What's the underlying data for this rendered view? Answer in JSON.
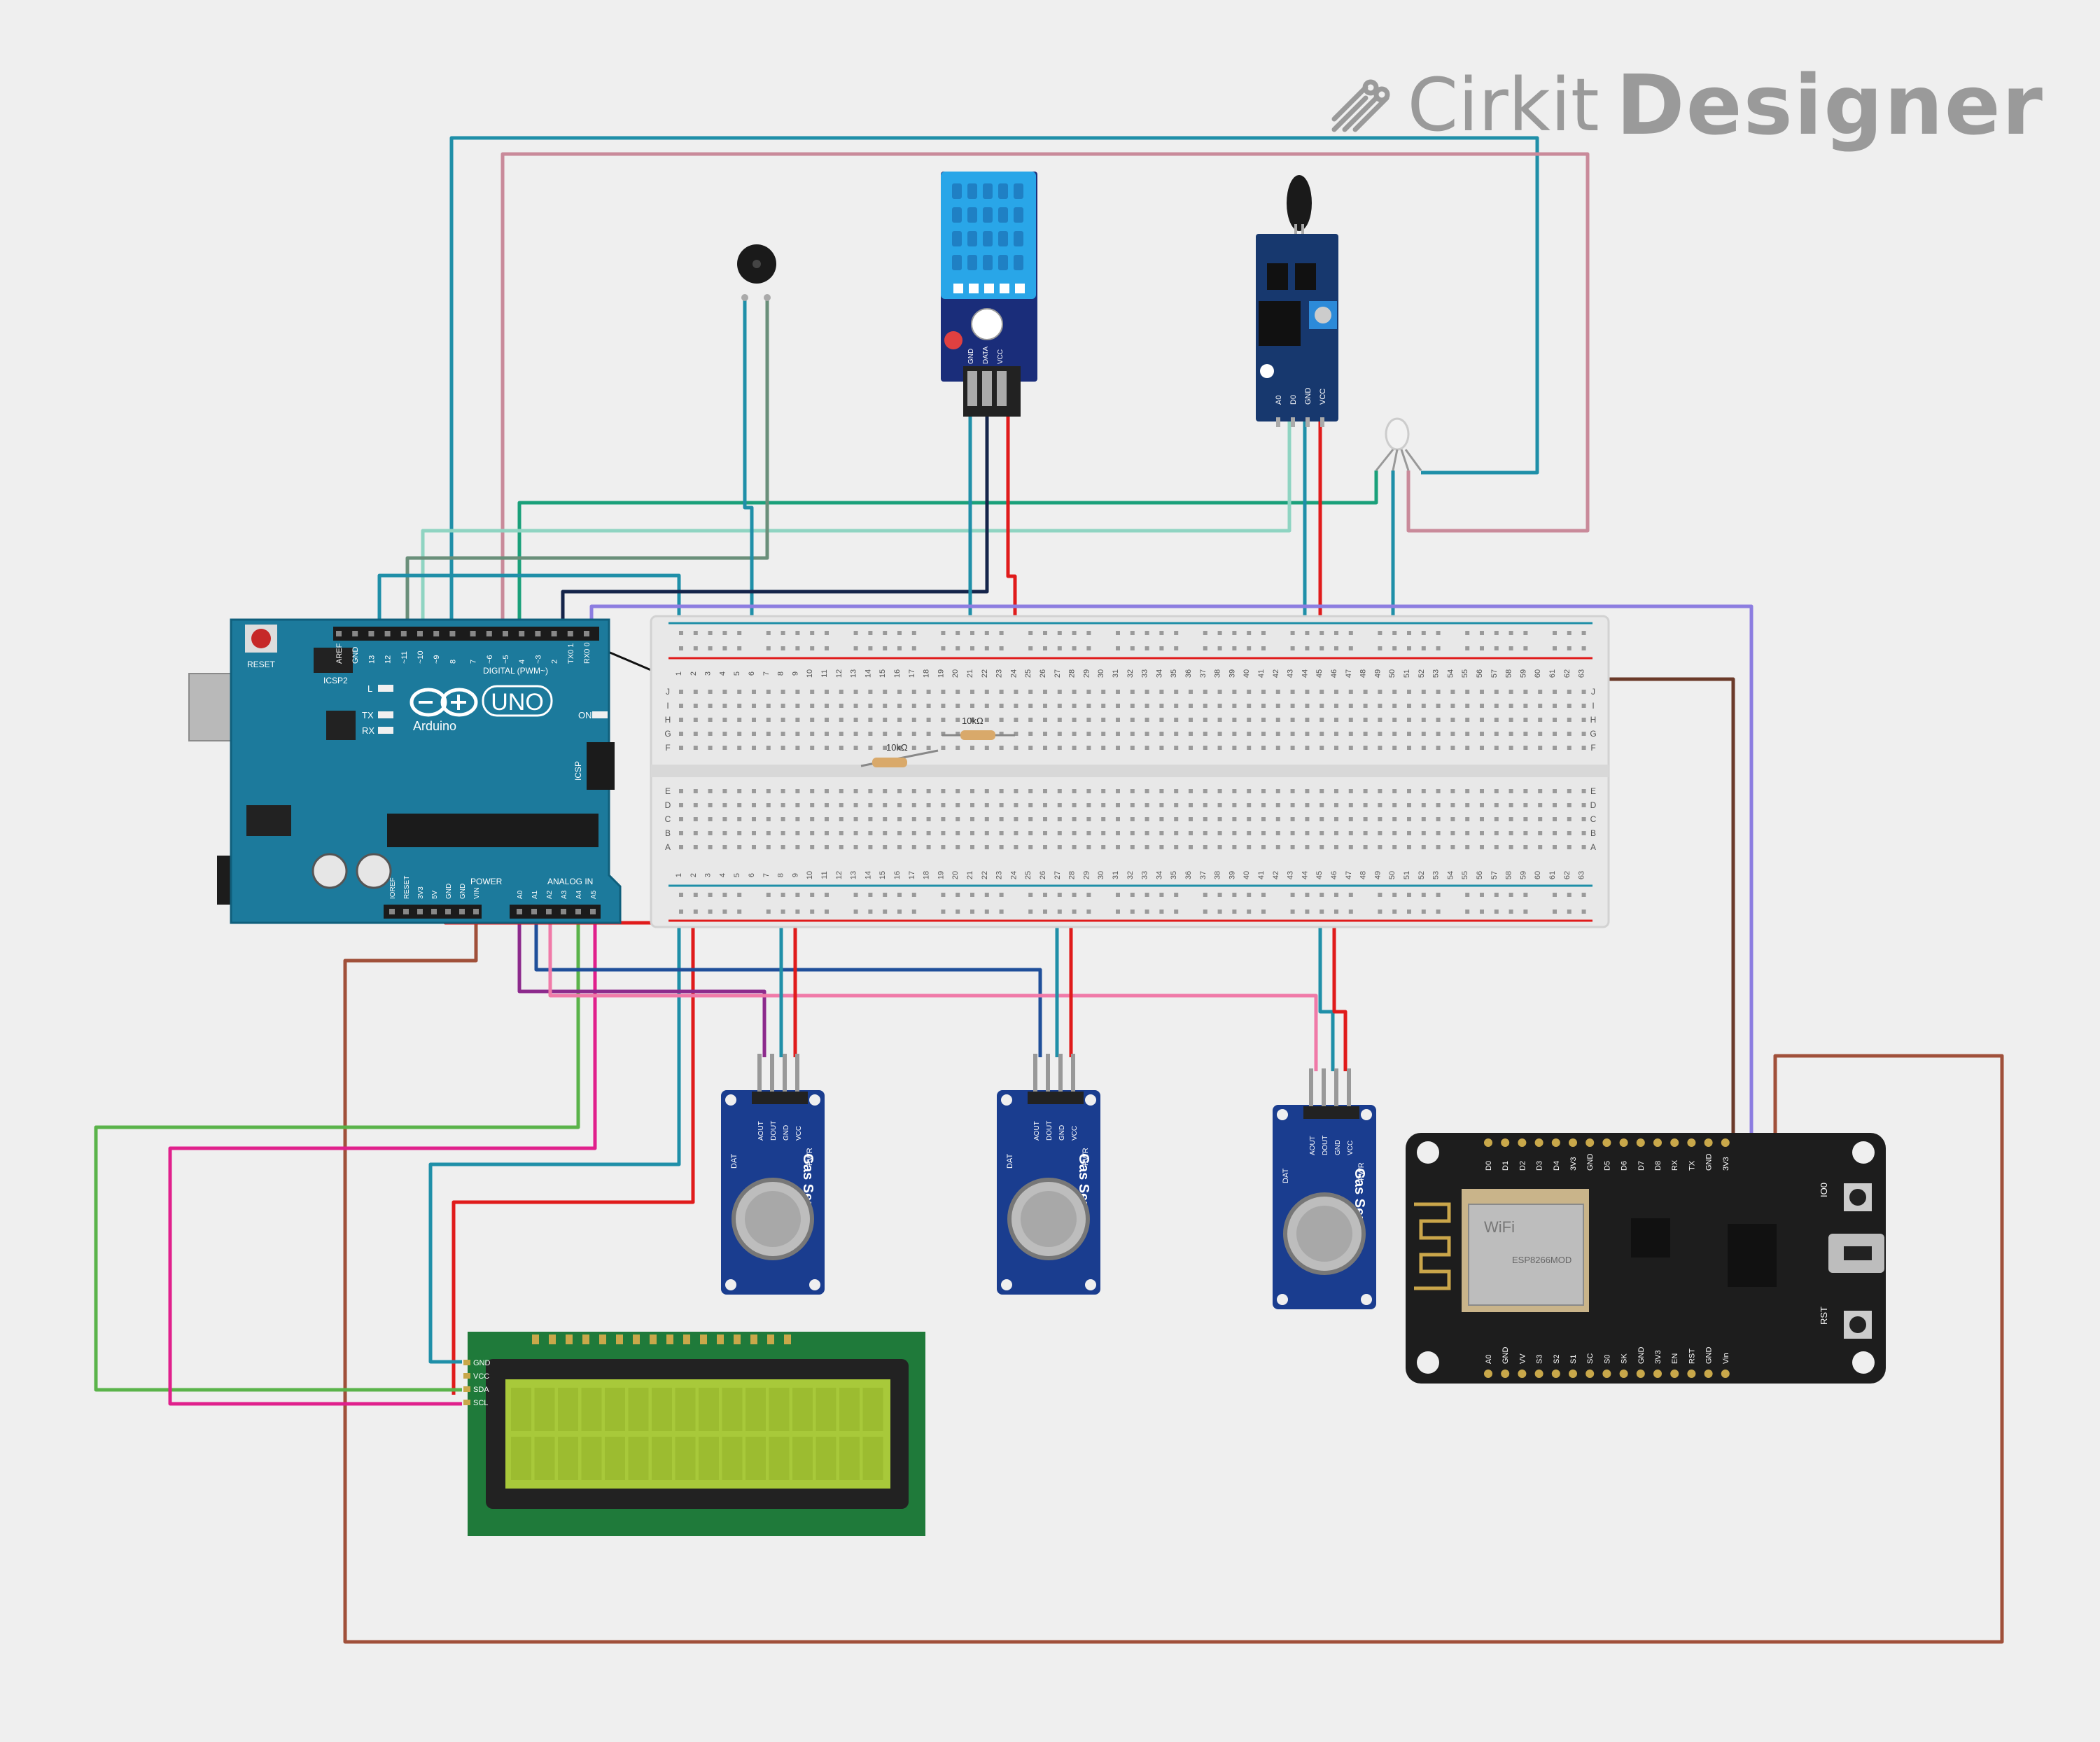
{
  "brand": {
    "app_name": "Cirkit",
    "product_name": "Designer"
  },
  "arduino": {
    "board_name": "UNO",
    "brand": "Arduino",
    "reset_label": "RESET",
    "icsp2_label": "ICSP2",
    "icsp_label": "ICSP",
    "digital_label": "DIGITAL (PWM~)",
    "power_label": "POWER",
    "analog_label": "ANALOG IN",
    "led_labels": [
      "L",
      "TX",
      "RX",
      "ON"
    ],
    "header_top": [
      "AREF",
      "GND",
      "13",
      "12",
      "~11",
      "~10",
      "~9",
      "8",
      "7",
      "~6",
      "~5",
      "4",
      "~3",
      "2",
      "TX0 1",
      "RX0 0"
    ],
    "header_power": [
      "IOREF",
      "RESET",
      "3V3",
      "5V",
      "GND",
      "GND",
      "VIN"
    ],
    "header_analog": [
      "A0",
      "A1",
      "A2",
      "A3",
      "A4",
      "A5"
    ]
  },
  "breadboard": {
    "columns": 63,
    "rows_top": [
      "J",
      "I",
      "H",
      "G",
      "F"
    ],
    "rows_bottom": [
      "E",
      "D",
      "C",
      "B",
      "A"
    ]
  },
  "dht": {
    "pins": [
      "GND",
      "DATA",
      "VCC"
    ]
  },
  "flame": {
    "pins": [
      "A0",
      "D0",
      "GND",
      "VCC"
    ]
  },
  "gas_sensors": [
    {
      "title": "Gas Sensor",
      "pins": [
        "AOUT",
        "DOUT",
        "GND",
        "VCC"
      ],
      "labels": [
        "DAT",
        "PWR"
      ]
    },
    {
      "title": "Gas Sensor",
      "pins": [
        "AOUT",
        "DOUT",
        "GND",
        "VCC"
      ],
      "labels": [
        "DAT",
        "PWR"
      ]
    },
    {
      "title": "Gas Sensor",
      "pins": [
        "AOUT",
        "DOUT",
        "GND",
        "VCC"
      ],
      "labels": [
        "DAT",
        "PWR"
      ]
    }
  ],
  "lcd": {
    "pins": [
      "GND",
      "VCC",
      "SDA",
      "SCL"
    ]
  },
  "nodemcu": {
    "top_pins": [
      "D0",
      "D1",
      "D2",
      "D3",
      "D4",
      "3V3",
      "GND",
      "D5",
      "D6",
      "D7",
      "D8",
      "RX",
      "TX",
      "GND",
      "3V3"
    ],
    "bottom_pins": [
      "A0",
      "GND",
      "VV",
      "S3",
      "S2",
      "S1",
      "SC",
      "S0",
      "SK",
      "GND",
      "3V3",
      "EN",
      "RST",
      "GND",
      "Vin"
    ],
    "button_labels": [
      "IO0",
      "RST"
    ],
    "module_label": "ESP8266MOD",
    "wifi_label": "WiFi"
  },
  "resistors": [
    {
      "label": "10kΩ"
    },
    {
      "label": "10kΩ"
    }
  ],
  "colors": {
    "background": "#efefef",
    "teal": "#1f8fa8",
    "red": "#e01b1b",
    "navy": "#14244a",
    "green": "#1aa07a",
    "mint": "#8fd4c2",
    "pink": "#c98a9a",
    "purple": "#8c7de0",
    "brown": "#a0503a",
    "magenta": "#e0208c",
    "lime": "#5ab34a",
    "arduino_blue": "#1c7a9c",
    "module_blue": "#1a3d8f",
    "esp_black": "#1d1d1d",
    "lcd_green": "#1f7a3a",
    "lcd_screen": "#a8c93a"
  }
}
